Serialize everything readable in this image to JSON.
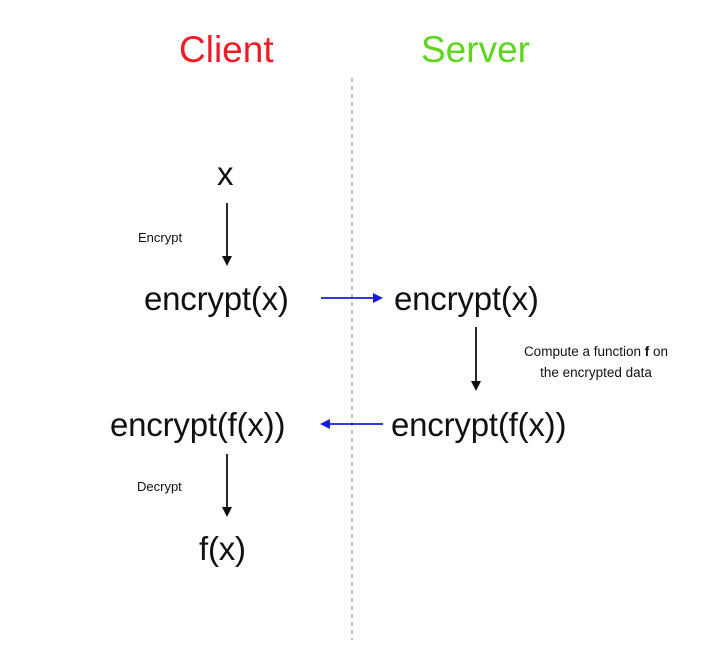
{
  "columns": {
    "client": {
      "label": "Client",
      "color": "#ee1c25"
    },
    "server": {
      "label": "Server",
      "color": "#5fd61d"
    }
  },
  "nodes": {
    "client_x": "x",
    "client_encrypt_x": "encrypt(x)",
    "server_encrypt_x": "encrypt(x)",
    "server_encrypt_fx": "encrypt(f(x))",
    "client_encrypt_fx": "encrypt(f(x))",
    "client_fx": "f(x)"
  },
  "labels": {
    "encrypt": "Encrypt",
    "decrypt": "Decrypt",
    "compute_line1_prefix": "Compute a function ",
    "compute_line1_bold": "f",
    "compute_line1_suffix": " on",
    "compute_line2": "the encrypted data"
  },
  "colors": {
    "transfer_arrow": "#1a1adf",
    "step_arrow": "#111111",
    "divider": "#9a9a9a"
  }
}
